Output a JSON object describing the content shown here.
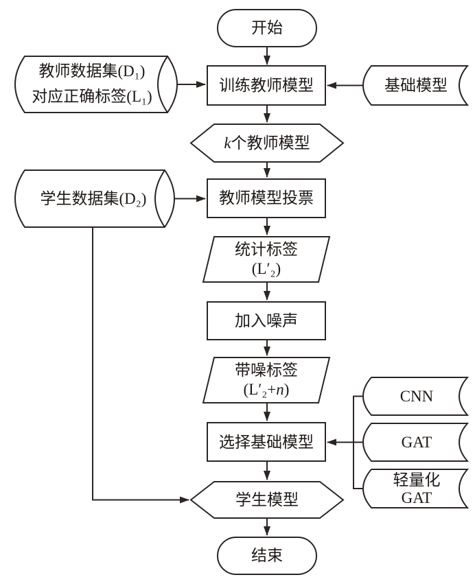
{
  "diagram": {
    "title_semantics": "PATE-style teacher-student knowledge distillation flowchart",
    "background": "#ffffff",
    "line_color": "#2b2523",
    "text_color": "#1d1816",
    "nodes": {
      "start": {
        "shape": "terminator",
        "label": "开始"
      },
      "teacher_dataset": {
        "shape": "cylinder",
        "line1": "教师数据集(D₁)",
        "line2": "对应正确标签(L₁)"
      },
      "train_teacher_model": {
        "shape": "process",
        "label": "训练教师模型"
      },
      "base_model": {
        "shape": "stored-data",
        "label": "基础模型"
      },
      "k_teacher_models": {
        "shape": "hexagon",
        "italic": "k",
        "rest": "个教师模型"
      },
      "student_dataset": {
        "shape": "cylinder",
        "label": "学生数据集(D₂)"
      },
      "teacher_model_voting": {
        "shape": "process",
        "label": "教师模型投票"
      },
      "statistical_labels": {
        "shape": "data-parallelogram",
        "line1": "统计标签",
        "line2": "(L′₂)"
      },
      "add_noise": {
        "shape": "process",
        "label": "加入噪声"
      },
      "noisy_labels": {
        "shape": "data-parallelogram",
        "line1": "带噪标签",
        "line2_pre": "(L′₂+",
        "line2_italic": "n",
        "line2_post": ")"
      },
      "select_base_model": {
        "shape": "process",
        "label": "选择基础模型"
      },
      "cnn": {
        "shape": "stored-data",
        "label": "CNN"
      },
      "gat": {
        "shape": "stored-data",
        "label": "GAT"
      },
      "lightweight_gat": {
        "shape": "stored-data",
        "line1": "轻量化",
        "line2": "GAT"
      },
      "student_model": {
        "shape": "hexagon",
        "label": "学生模型"
      },
      "end": {
        "shape": "terminator",
        "label": "结束"
      }
    }
  }
}
